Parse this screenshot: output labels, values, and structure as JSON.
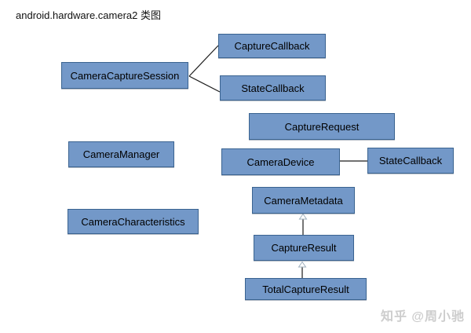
{
  "title": "android.hardware.camera2 类图",
  "watermark": "知乎 @周小驰",
  "colors": {
    "node_fill": "#7398C8",
    "node_border": "#3A6390",
    "edge": "#1c1c1c",
    "generalization_arrow": "#9FB0BE",
    "watermark": "#cdcdcd",
    "background": "#ffffff",
    "text": "#000000"
  },
  "diagram": {
    "type": "uml-class-diagram",
    "nodes": [
      {
        "id": "camera-capture-session",
        "label": "CameraCaptureSession"
      },
      {
        "id": "capture-callback",
        "label": "CaptureCallback"
      },
      {
        "id": "state-callback-session",
        "label": "StateCallback"
      },
      {
        "id": "capture-request",
        "label": "CaptureRequest"
      },
      {
        "id": "camera-device",
        "label": "CameraDevice"
      },
      {
        "id": "state-callback-device",
        "label": "StateCallback"
      },
      {
        "id": "camera-manager",
        "label": "CameraManager"
      },
      {
        "id": "camera-metadata",
        "label": "CameraMetadata"
      },
      {
        "id": "camera-characteristics",
        "label": "CameraCharacteristics"
      },
      {
        "id": "capture-result",
        "label": "CaptureResult"
      },
      {
        "id": "total-capture-result",
        "label": "TotalCaptureResult"
      }
    ],
    "edges": [
      {
        "from": "camera-capture-session",
        "to": "capture-callback",
        "type": "association"
      },
      {
        "from": "camera-capture-session",
        "to": "state-callback-session",
        "type": "association"
      },
      {
        "from": "camera-device",
        "to": "state-callback-device",
        "type": "association"
      },
      {
        "from": "capture-result",
        "to": "camera-metadata",
        "type": "generalization"
      },
      {
        "from": "total-capture-result",
        "to": "capture-result",
        "type": "generalization"
      }
    ]
  }
}
